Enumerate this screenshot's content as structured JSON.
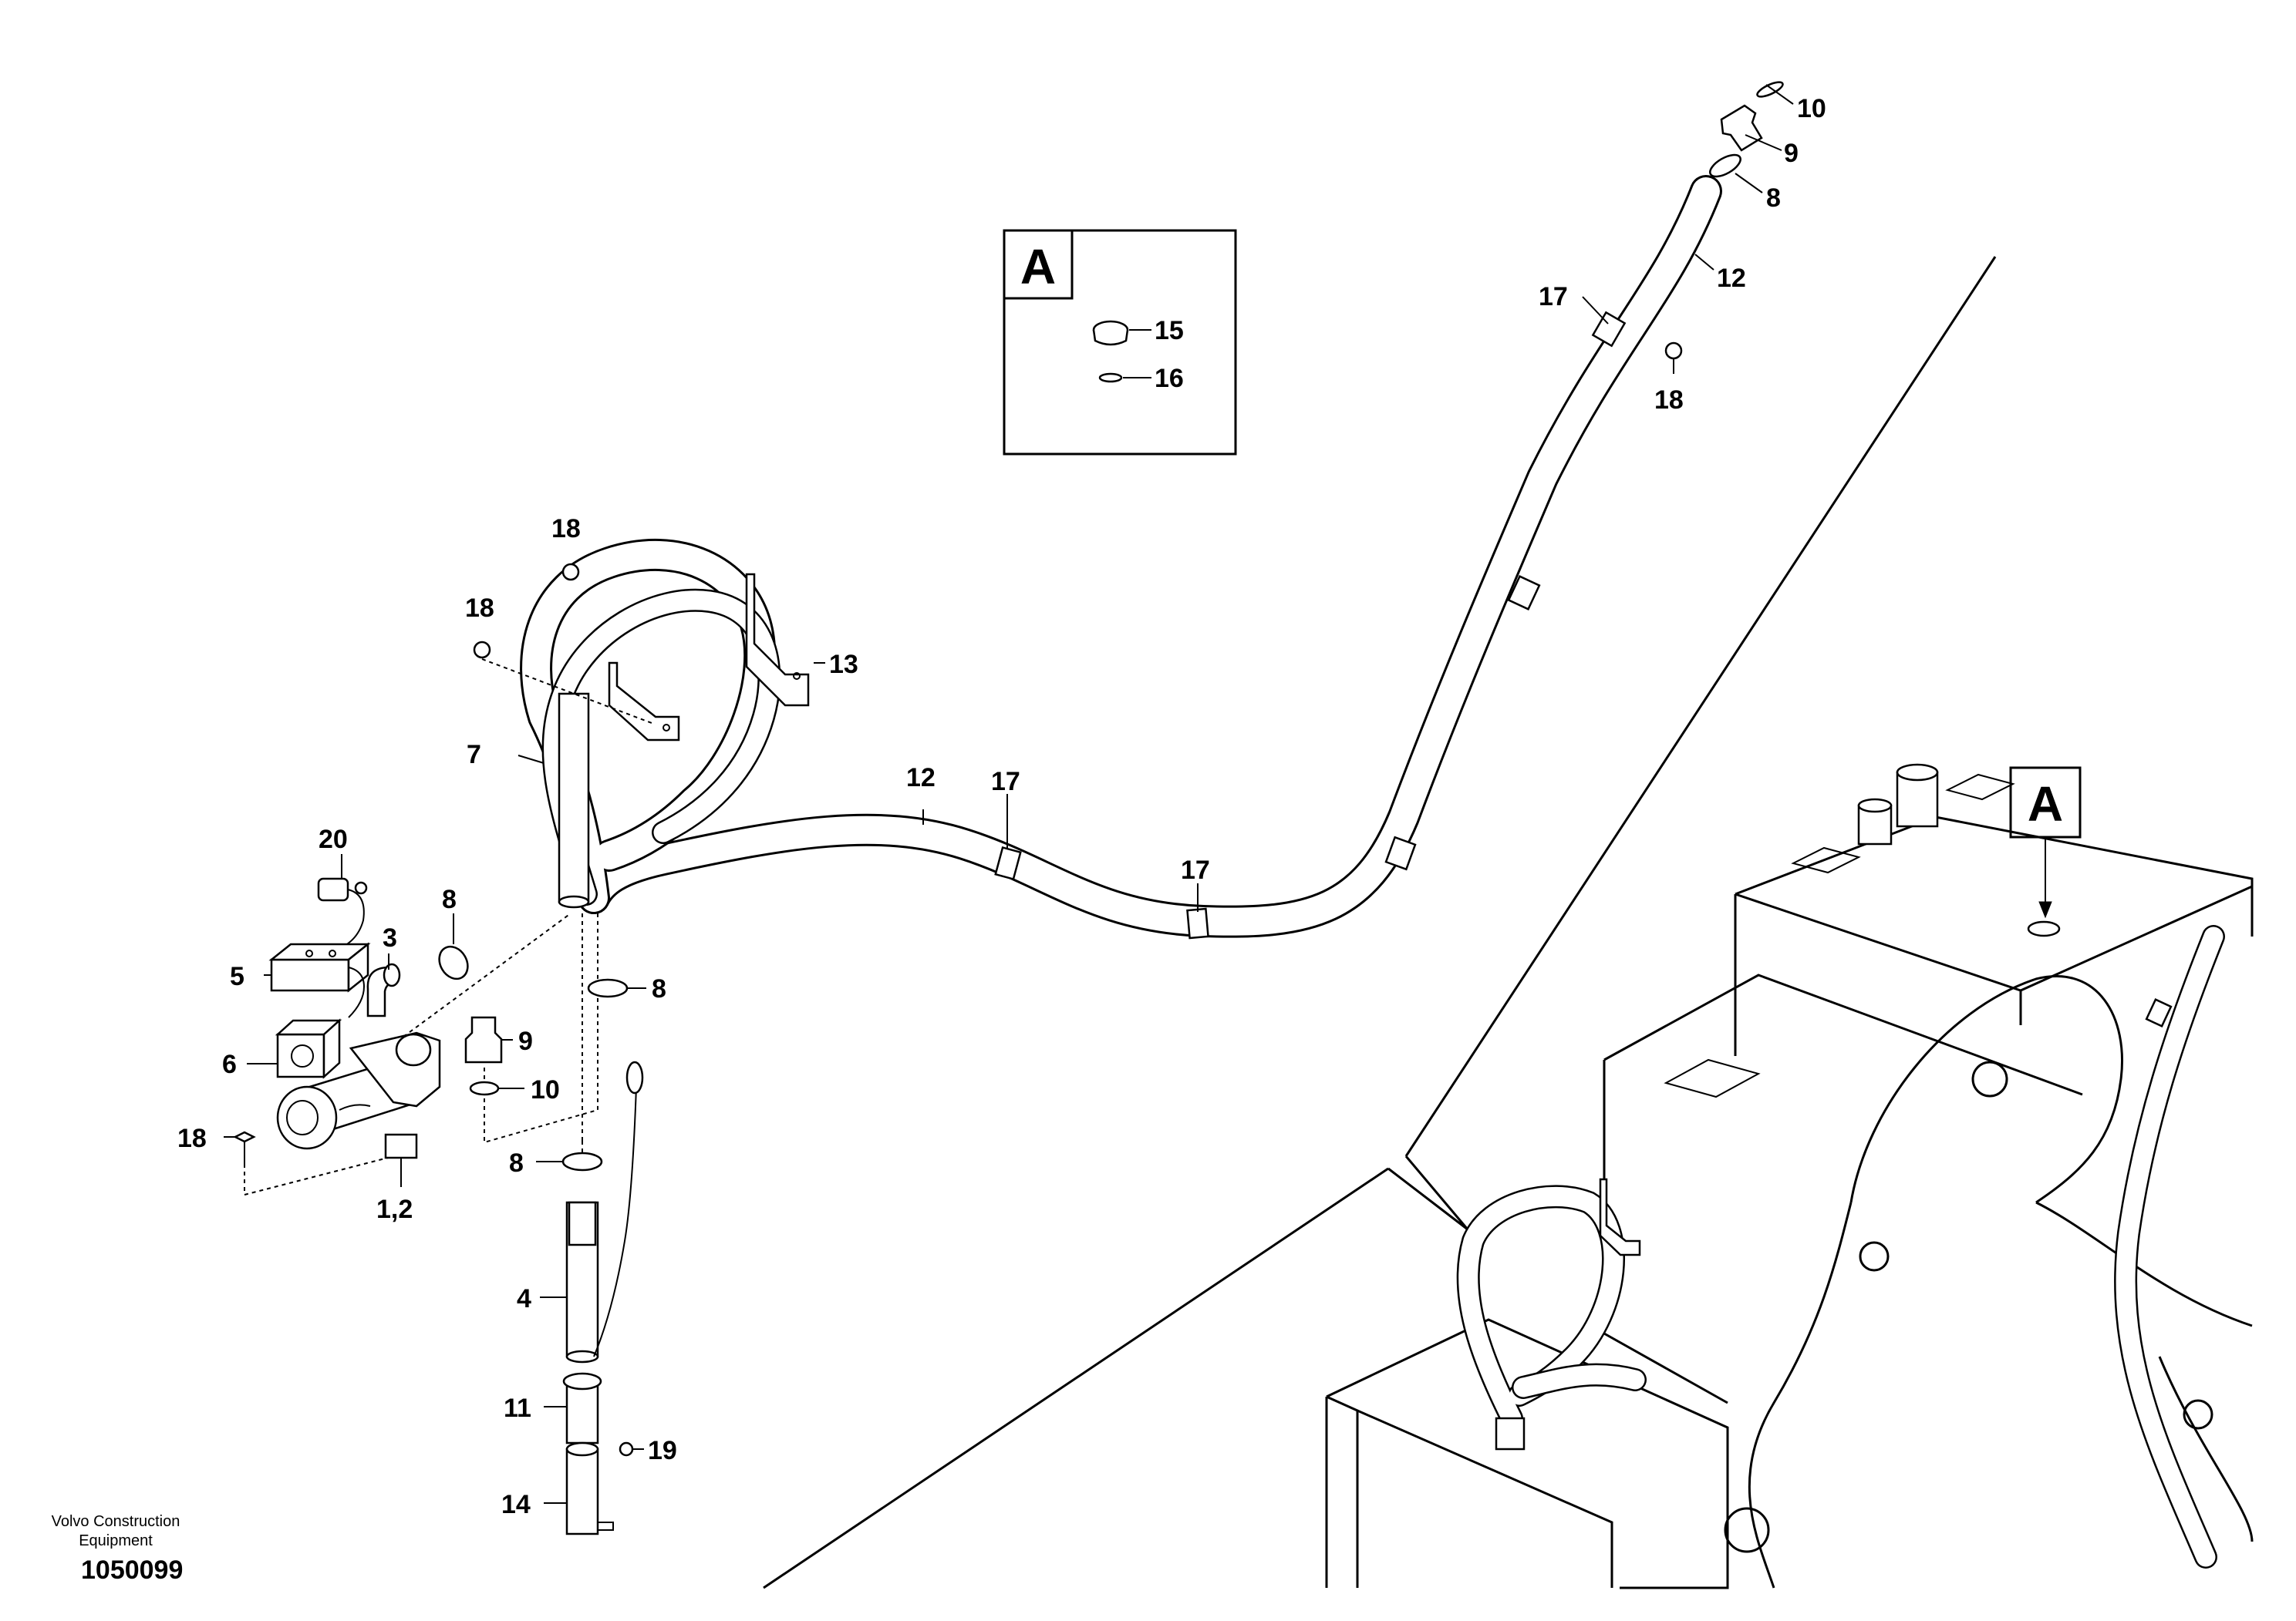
{
  "callouts": {
    "p10_top": "10",
    "p9_top": "9",
    "p8_top": "8",
    "p12_top": "12",
    "p17_top": "17",
    "p18_top": "18",
    "p15": "15",
    "p16": "16",
    "p18_a": "18",
    "p18_b": "18",
    "p13": "13",
    "p7": "7",
    "p12_mid": "12",
    "p17_mid_a": "17",
    "p17_mid_b": "17",
    "p20": "20",
    "p3": "3",
    "p5": "5",
    "p8_left": "8",
    "p8_mid": "8",
    "p6": "6",
    "p9_mid": "9",
    "p10_mid": "10",
    "p18_left": "18",
    "p1_2": "1,2",
    "p8_low": "8",
    "p4": "4",
    "p11": "11",
    "p19": "19",
    "p14": "14"
  },
  "view_labels": {
    "detail_box": "A",
    "machine_marker": "A"
  },
  "credit": {
    "line1": "Volvo Construction",
    "line2": "Equipment"
  },
  "drawing_number": "1050099"
}
